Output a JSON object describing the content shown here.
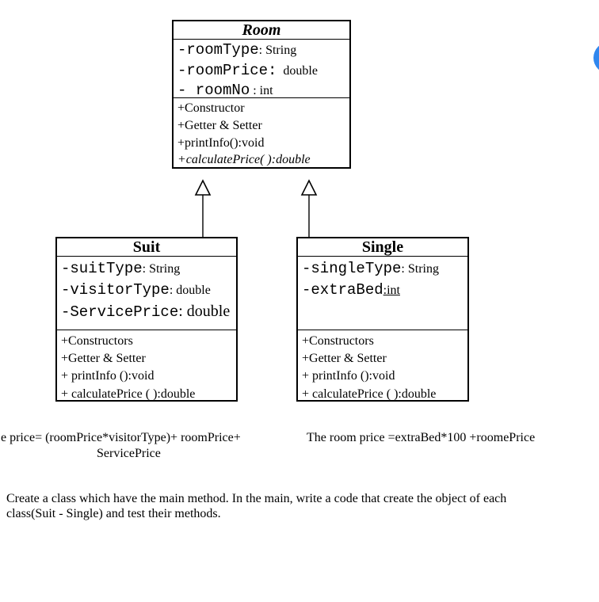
{
  "diagram": {
    "type": "uml-class-diagram",
    "classes": {
      "room": {
        "title": "Room",
        "attributes": [
          {
            "name": "-roomType",
            "type": ": String"
          },
          {
            "name": "-roomPrice:",
            "type": "  double"
          },
          {
            "name": "- roomNo",
            "type": " : int"
          }
        ],
        "methods": [
          "+Constructor",
          "+Getter & Setter",
          "+printInfo():void",
          "+calculatePrice( ):double"
        ]
      },
      "suit": {
        "title": "Suit",
        "attributes": [
          {
            "name": "-suitType",
            "type": ": String"
          },
          {
            "name": "-visitorType",
            "type": ": double"
          },
          {
            "name": "-ServicePrice",
            "type": ": double"
          }
        ],
        "methods": [
          "+Constructors",
          "+Getter & Setter",
          "+ printInfo ():void",
          "+ calculatePrice ( ):double"
        ]
      },
      "single": {
        "title": "Single",
        "attributes": [
          {
            "name": "-singleType",
            "type": ": String"
          },
          {
            "name": "-extraBed",
            "type": ":int"
          }
        ],
        "methods": [
          "+Constructors",
          "+Getter & Setter",
          "+ printInfo ():void",
          "+ calculatePrice ( ):double"
        ]
      }
    },
    "relations": [
      {
        "from": "Suit",
        "to": "Room",
        "type": "inheritance"
      },
      {
        "from": "Single",
        "to": "Room",
        "type": "inheritance"
      }
    ]
  },
  "formulas": {
    "suit_price_line1": "e price= (roomPrice*visitorType)+ roomPrice+",
    "suit_price_line2": "ServicePrice",
    "single_price": "The room price =extraBed*100 +roomePrice"
  },
  "instruction": "Create a class which have the main method. In the main, write a code that create the object of each class(Suit - Single) and test their methods.",
  "icons": {
    "blue_dot": "partial-blue-circle"
  },
  "colors": {
    "ink": "#000000",
    "paper": "#ffffff",
    "accent_blue": "#3087ee"
  }
}
